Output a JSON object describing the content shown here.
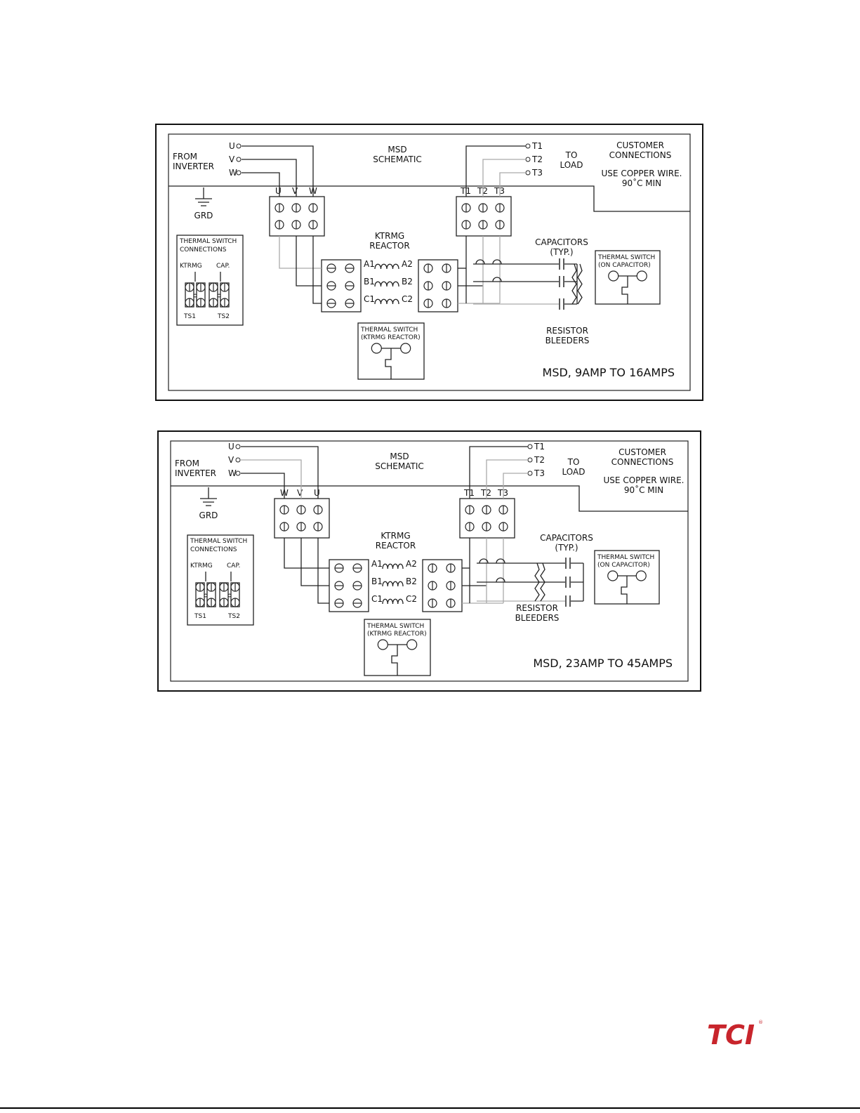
{
  "diagrams": [
    {
      "title": "MSD, 9AMP TO 16AMPS",
      "schematic": "MSD\nSCHEMATIC",
      "from_inverter": "FROM\nINVERTER",
      "inputs": [
        "U",
        "V",
        "W"
      ],
      "input_block_labels": [
        "U",
        "V",
        "W"
      ],
      "grd": "GRD",
      "to_load": "TO\nLOAD",
      "outputs": [
        "T1",
        "T2",
        "T3"
      ],
      "output_block_labels": [
        "T1",
        "T2",
        "T3"
      ],
      "customer": "CUSTOMER\nCONNECTIONS",
      "copper": "USE COPPER WIRE.\n90˚C MIN",
      "reactor": "KTRMG\nREACTOR",
      "coil_labels_left": [
        "A1",
        "B1",
        "C1"
      ],
      "coil_labels_right": [
        "A2",
        "B2",
        "C2"
      ],
      "capacitors": "CAPACITORS\n(TYP.)",
      "bleeders": "RESISTOR\nBLEEDERS",
      "ts_connections": "THERMAL SWITCH\nCONNECTIONS",
      "ts_ktrmg": "KTRMG",
      "ts_cap": "CAP.",
      "ts1": "TS1",
      "ts2": "TS2",
      "ts_on_cap": "THERMAL SWITCH\n(ON CAPACITOR)",
      "ts_reactor": "THERMAL SWITCH\n(KTRMG REACTOR)"
    },
    {
      "title": "MSD, 23AMP TO 45AMPS",
      "schematic": "MSD\nSCHEMATIC",
      "from_inverter": "FROM\nINVERTER",
      "inputs": [
        "U",
        "V",
        "W"
      ],
      "input_block_labels": [
        "W",
        "V",
        "U"
      ],
      "grd": "GRD",
      "to_load": "TO\nLOAD",
      "outputs": [
        "T1",
        "T2",
        "T3"
      ],
      "output_block_labels": [
        "T1",
        "T2",
        "T3"
      ],
      "customer": "CUSTOMER\nCONNECTIONS",
      "copper": "USE COPPER WIRE.\n90˚C MIN",
      "reactor": "KTRMG\nREACTOR",
      "coil_labels_left": [
        "A1",
        "B1",
        "C1"
      ],
      "coil_labels_right": [
        "A2",
        "B2",
        "C2"
      ],
      "capacitors": "CAPACITORS\n(TYP.)",
      "bleeders": "RESISTOR\nBLEEDERS",
      "ts_connections": "THERMAL SWITCH\nCONNECTIONS",
      "ts_ktrmg": "KTRMG",
      "ts_cap": "CAP.",
      "ts1": "TS1",
      "ts2": "TS2",
      "ts_on_cap": "THERMAL SWITCH\n(ON CAPACITOR)",
      "ts_reactor": "THERMAL SWITCH\n(KTRMG REACTOR)"
    }
  ],
  "logo": {
    "text": "TCI",
    "color": "#c8252c"
  }
}
